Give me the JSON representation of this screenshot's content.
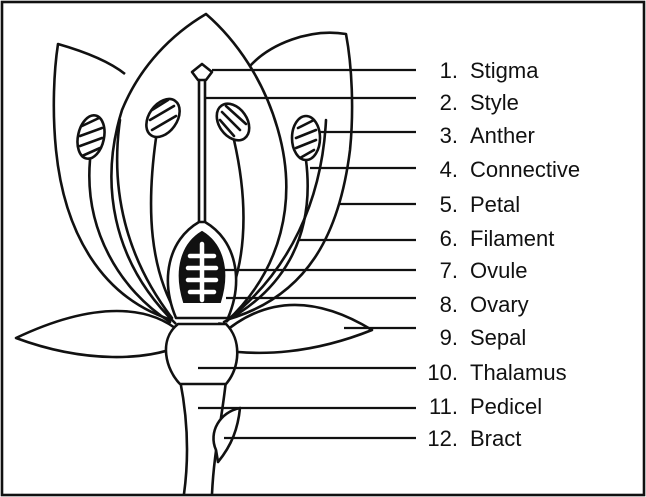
{
  "labels": [
    {
      "number": "1.",
      "name": "Stigma"
    },
    {
      "number": "2.",
      "name": "Style"
    },
    {
      "number": "3.",
      "name": "Anther"
    },
    {
      "number": "4.",
      "name": "Connective"
    },
    {
      "number": "5.",
      "name": "Petal"
    },
    {
      "number": "6.",
      "name": "Filament"
    },
    {
      "number": "7.",
      "name": "Ovule"
    },
    {
      "number": "8.",
      "name": "Ovary"
    },
    {
      "number": "9.",
      "name": "Sepal"
    },
    {
      "number": "10.",
      "name": "Thalamus"
    },
    {
      "number": "11.",
      "name": "Pedicel"
    },
    {
      "number": "12.",
      "name": "Bract"
    }
  ]
}
